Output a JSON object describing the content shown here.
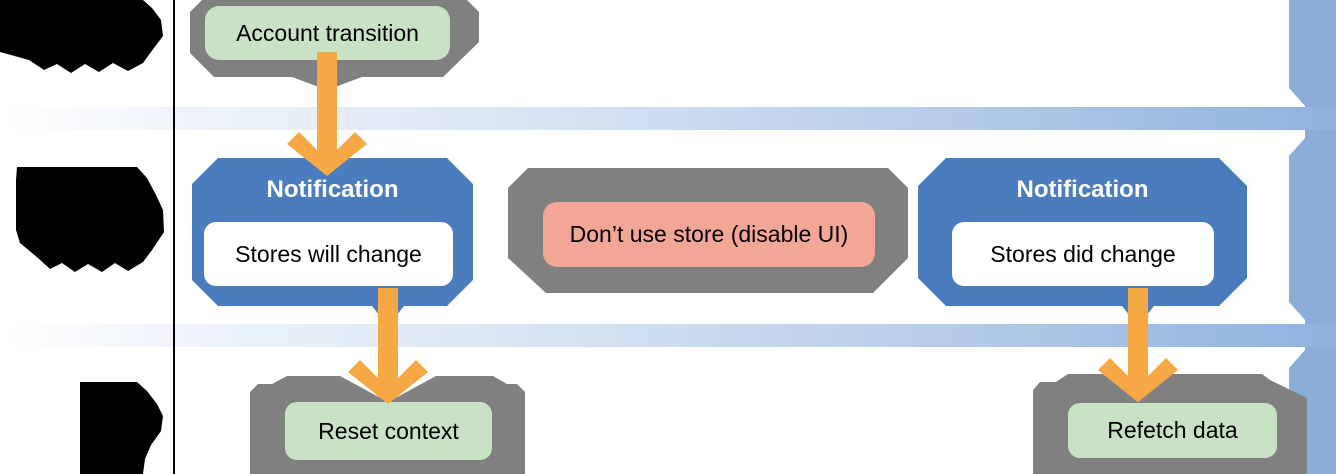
{
  "diagram": {
    "top_node": {
      "label": "Account transition"
    },
    "left_notification": {
      "title": "Notification",
      "body": "Stores will change"
    },
    "middle_node": {
      "label": "Don’t use store (disable UI)"
    },
    "right_notification": {
      "title": "Notification",
      "body": "Stores did change"
    },
    "bottom_left_node": {
      "label": "Reset context"
    },
    "bottom_right_node": {
      "label": "Refetch data"
    }
  },
  "colors": {
    "container_gray": "#808080",
    "notification_blue": "#4b7cbd",
    "action_green": "#c9e2c6",
    "warning_salmon": "#f4a696",
    "arrow_orange": "#f5a843",
    "timeline_band_blue": "#8fb2de",
    "right_rail_blue": "#8badda",
    "lane_line_black": "#000000"
  }
}
